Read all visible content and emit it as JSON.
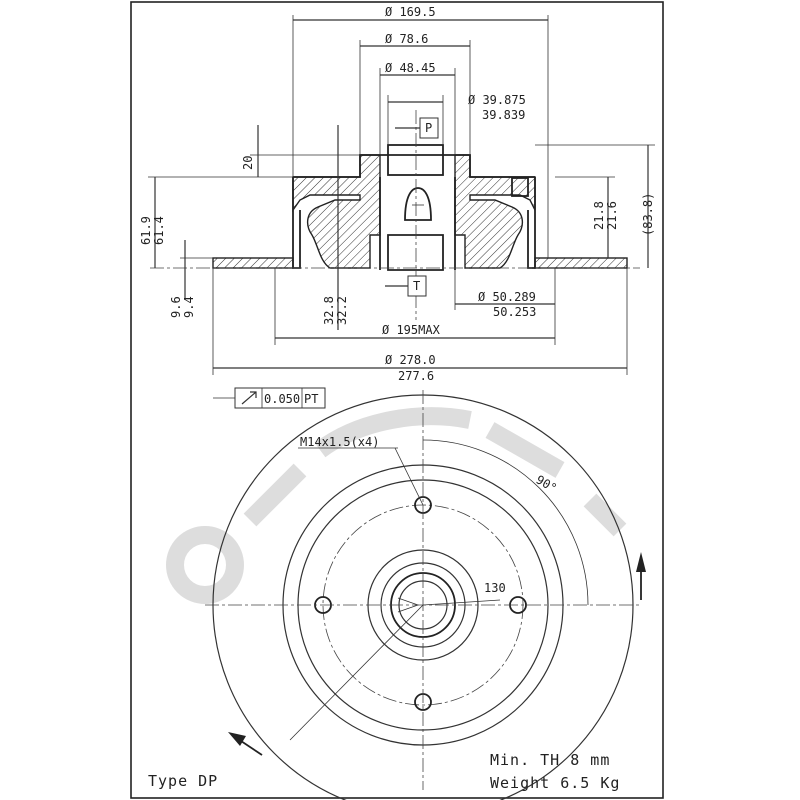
{
  "drawing": {
    "border_color": "#222222",
    "watermark_color": "#d9d9d9",
    "dimensions": {
      "d_outer": "Ø 169.5",
      "d_78": "Ø 78.6",
      "d_48": "Ø 48.45",
      "d_39_top": "Ø 39.875",
      "d_39_bot": "39.839",
      "d_50_top": "Ø 50.289",
      "d_50_bot": "50.253",
      "d_195": "Ø 195MAX",
      "d_278_top": "Ø 278.0",
      "d_278_bot": "277.6",
      "h_20": "20",
      "h_61_a": "61.9",
      "h_61_b": "61.4",
      "h_9_a": "9.6",
      "h_9_b": "9.4",
      "h_32_a": "32.8",
      "h_32_b": "32.2",
      "h_21_a": "21.8",
      "h_21_b": "21.6",
      "h_83": "(83.8)"
    },
    "datum_p": "P",
    "datum_t": "T",
    "tolerance_value": "0.050",
    "tolerance_ref": "PT",
    "thread_label": "M14x1.5(x4)",
    "angle_90": "90°",
    "bolt_circle": "130",
    "min_th": "Min. TH  8  mm",
    "weight": "Weight  6.5  Kg",
    "type": "Type DP"
  }
}
